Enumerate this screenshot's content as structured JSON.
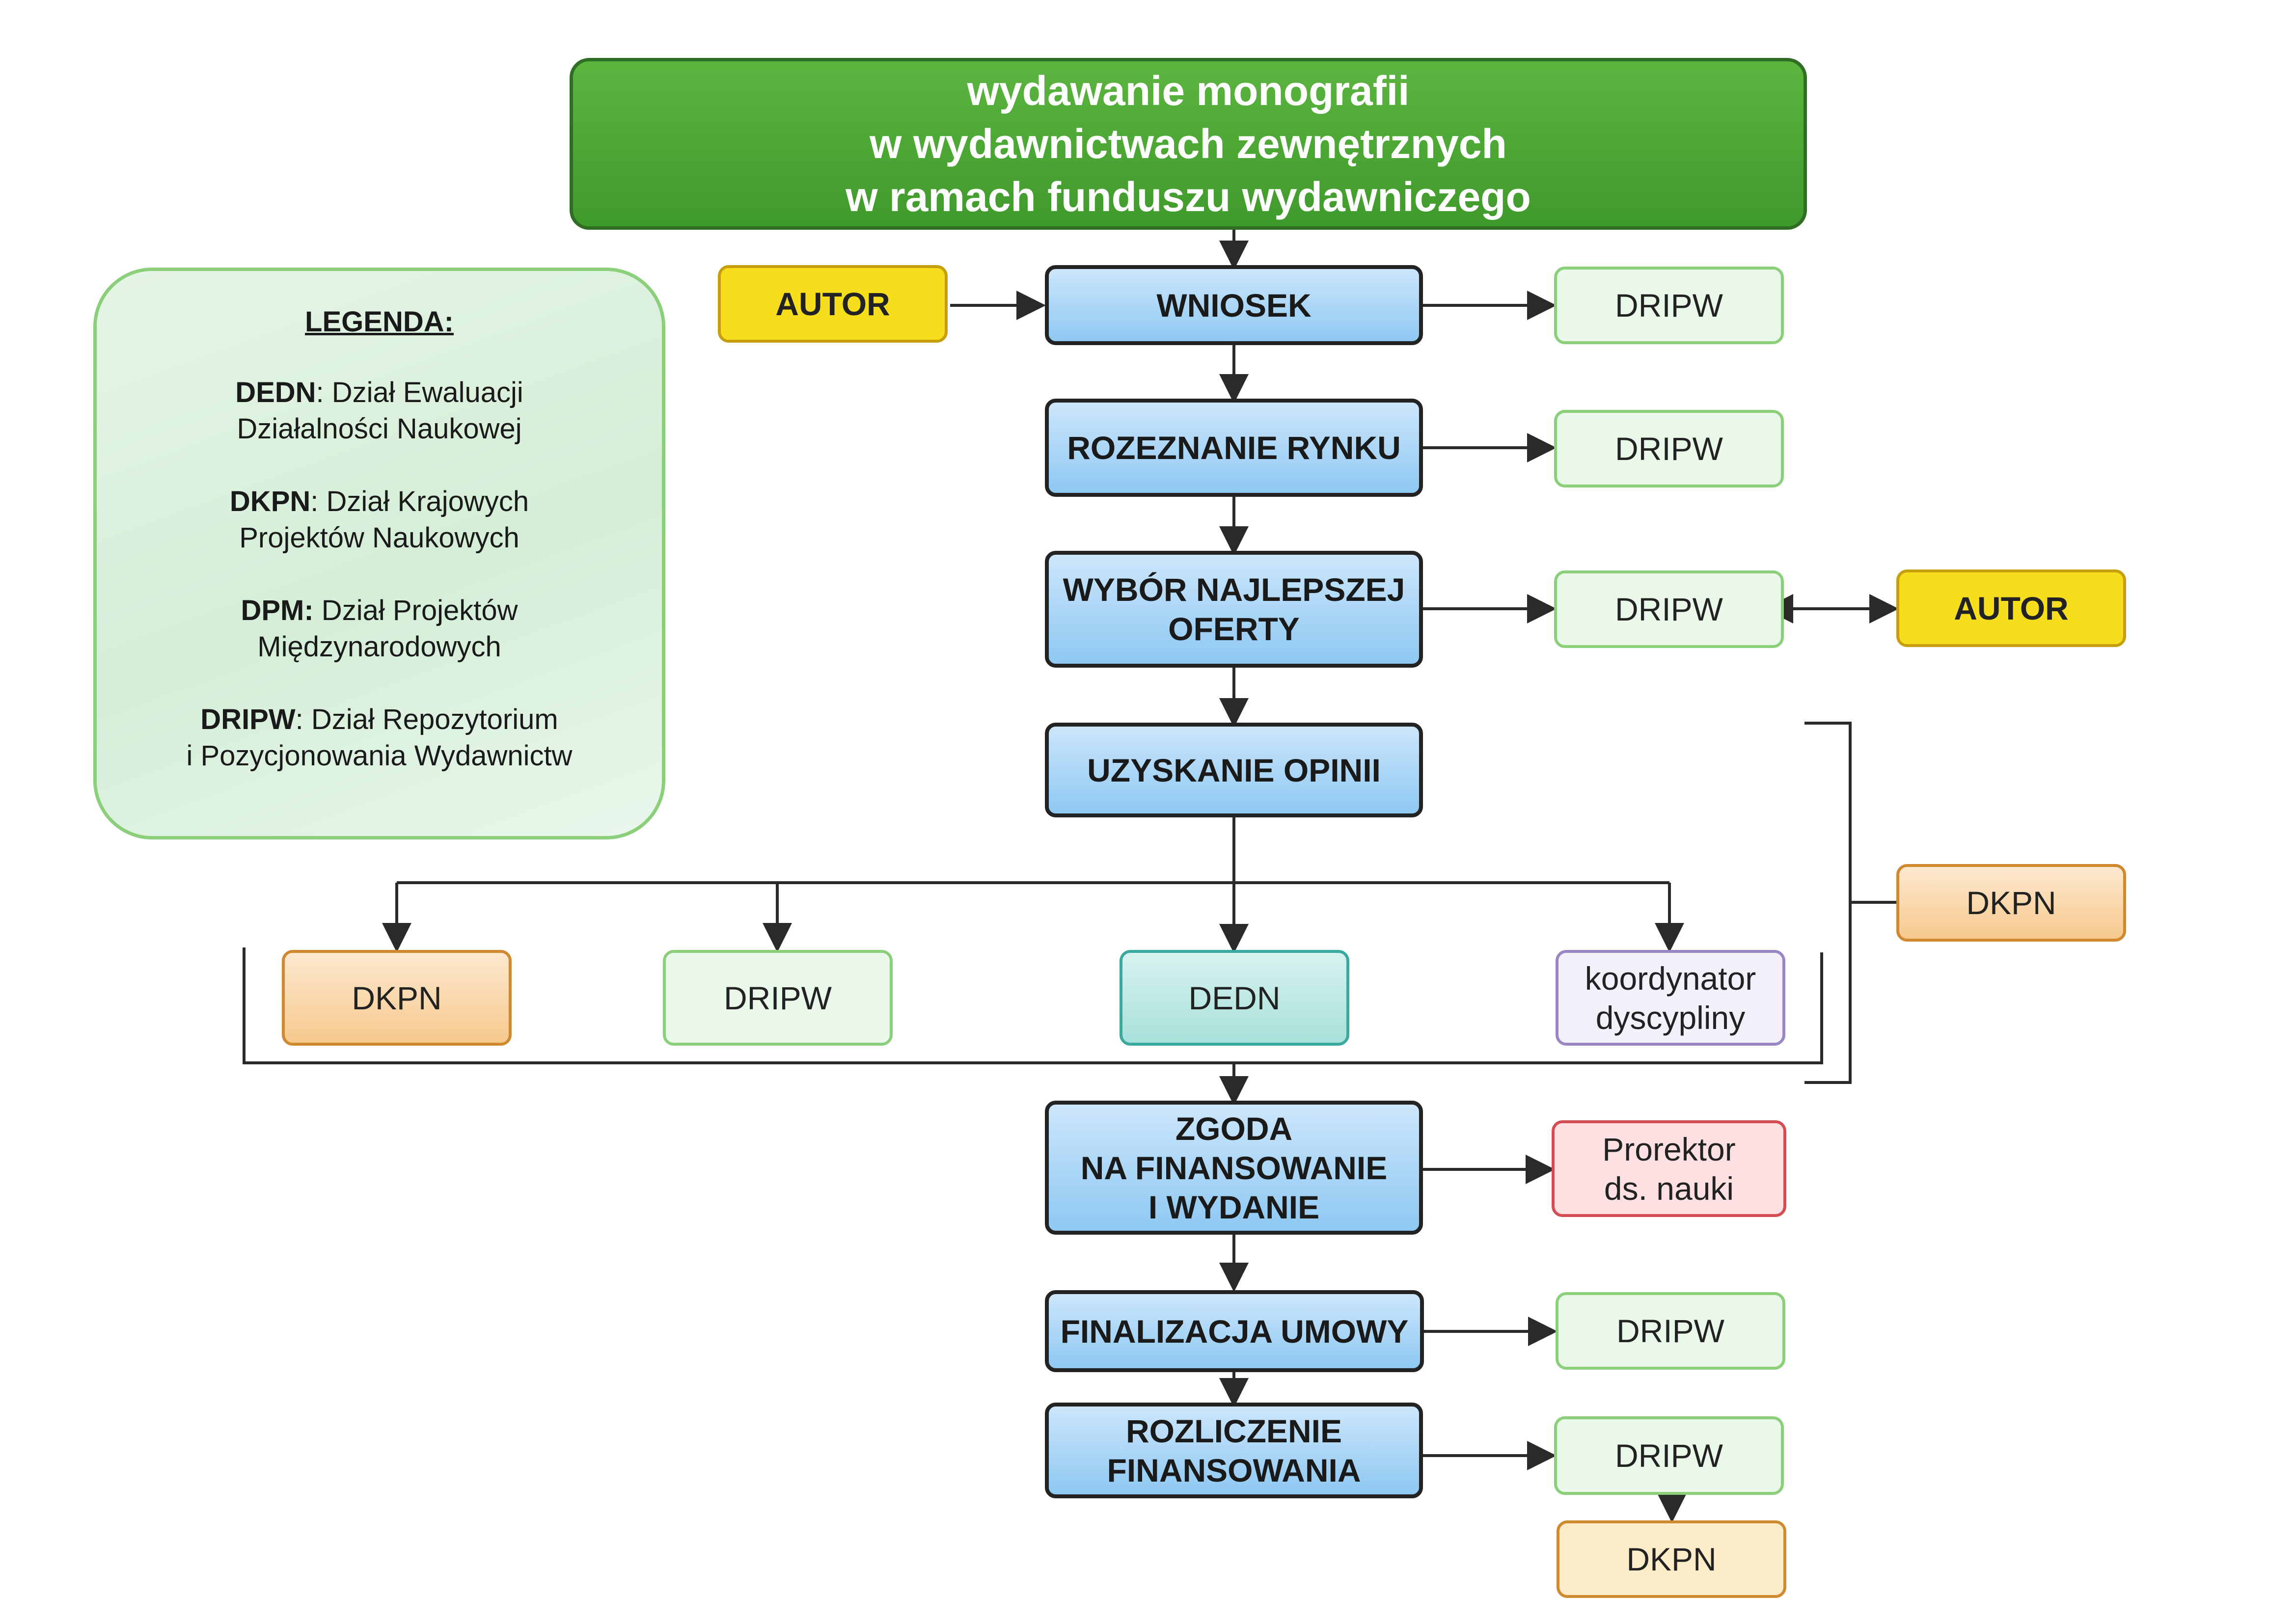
{
  "title": "wydawanie monografii\nw wydawnictwach zewnętrznych\nw ramach funduszu wydawniczego",
  "legend": {
    "heading": "LEGENDA:",
    "entries": [
      {
        "abbr": "DEDN",
        "sep": ":",
        "text": " Dział Ewaluacji\nDziałalności Naukowej"
      },
      {
        "abbr": "DKPN",
        "sep": ":",
        "text": " Dział Krajowych\nProjektów Naukowych"
      },
      {
        "abbr": "DPM:",
        "sep": "",
        "text": " Dział Projektów\nMiędzynarodowych"
      },
      {
        "abbr": "DRIPW",
        "sep": ":",
        "text": " Dział Repozytorium\ni Pozycjonowania Wydawnictw"
      }
    ]
  },
  "steps": {
    "wniosek": "WNIOSEK",
    "rozeznanie": "ROZEZNANIE RYNKU",
    "wybor": "WYBÓR NAJLEPSZEJ\nOFERTY",
    "opinie": "UZYSKANIE OPINII",
    "zgoda": "ZGODA\nNA FINANSOWANIE\nI WYDANIE",
    "umowa": "FINALIZACJA UMOWY",
    "rozliczenie": "ROZLICZENIE\nFINANSOWANIA"
  },
  "actors": {
    "autor_top": "AUTOR",
    "autor_right": "AUTOR",
    "dripw_1": "DRIPW",
    "dripw_2": "DRIPW",
    "dripw_3": "DRIPW",
    "dkpn_side": "DKPN",
    "opinion_dkpn": "DKPN",
    "opinion_dripw": "DRIPW",
    "opinion_dedn": "DEDN",
    "opinion_koordynator": "koordynator\ndyscypliny",
    "prorektor": "Prorektor\nds. nauki",
    "dripw_umowa": "DRIPW",
    "dripw_rozliczenie": "DRIPW",
    "dkpn_bottom": "DKPN"
  },
  "colors": {
    "title_green": "#3f9a2c",
    "step_blue": "#8ec8f2",
    "dept_green": "#eaf8ea",
    "author_yellow": "#f6de1d",
    "dkpn_orange": "#f6c98d",
    "dedn_teal": "#a8e0da",
    "koordynator_purple": "#f4f0fa",
    "prorektor_red": "#fde0e2"
  }
}
